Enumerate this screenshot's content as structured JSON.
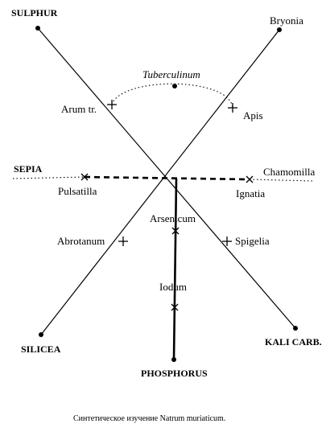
{
  "diagram": {
    "nodes": {
      "sulphur": "SULPHUR",
      "bryonia": "Bryonia",
      "tuberculinum": "Tuberculinum",
      "arum": "Arum tr.",
      "apis": "Apis",
      "sepia": "SEPIA",
      "chamomilla": "Chamomilla",
      "pulsatilla": "Pulsatilla",
      "ignatia": "Ignatia",
      "arsenicum": "Arsenicum",
      "abrotanum": "Abrotanum",
      "spigelia": "Spigelia",
      "iodum": "Iodum",
      "silicea": "SILICEA",
      "kali": "KALI CARB.",
      "phosphorus": "PHOSPHORUS"
    },
    "caption": "Синтетическое  изучение Natrum muriaticum."
  }
}
